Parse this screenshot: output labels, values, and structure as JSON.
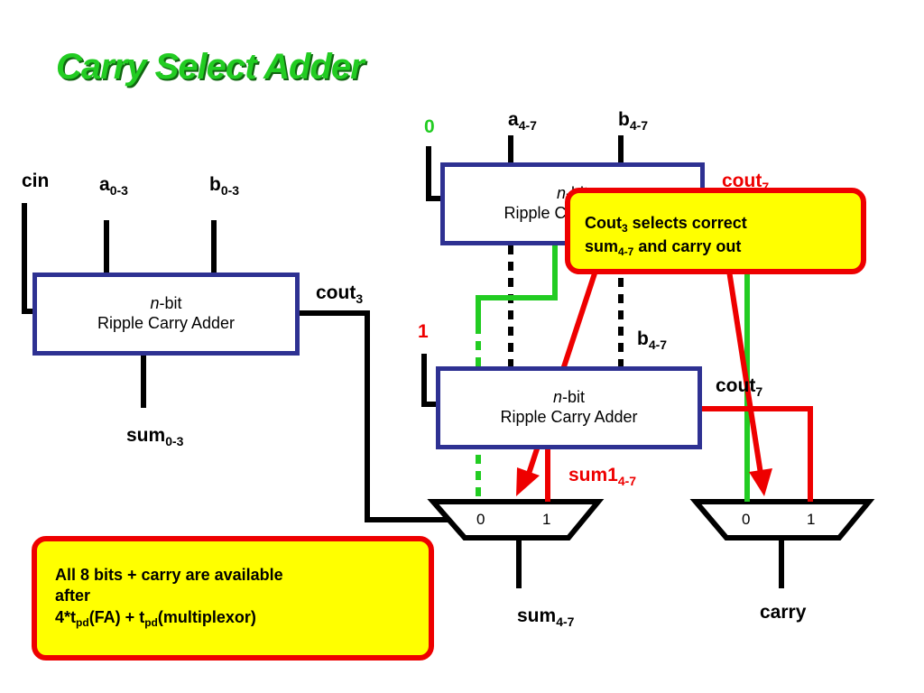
{
  "title": "Carry Select Adder",
  "adders": {
    "low": {
      "n": "n",
      "bit": "-bit",
      "name": "Ripple Carry Adder"
    },
    "mid": {
      "n": "n",
      "bit": "-bit",
      "name": "Ripple Carry Adder"
    },
    "top": {
      "n": "n",
      "bit": "-bit",
      "name": "Ripple Carry Adder"
    }
  },
  "labels": {
    "cin": "cin",
    "a03": {
      "base": "a",
      "sub": "0-3"
    },
    "b03": {
      "base": "b",
      "sub": "0-3"
    },
    "cout3": {
      "base": "cout",
      "sub": "3"
    },
    "sum03": {
      "base": "sum",
      "sub": "0-3"
    },
    "zero": "0",
    "one": "1",
    "a47": {
      "base": "a",
      "sub": "4-7"
    },
    "b47_top": {
      "base": "b",
      "sub": "4-7"
    },
    "b47_mid": {
      "base": "b",
      "sub": "4-7"
    },
    "cout7_top": {
      "base": "cout",
      "sub": "7"
    },
    "cout7_mid": {
      "base": "cout",
      "sub": "7"
    },
    "sum1_47": {
      "base": "sum1",
      "sub": "4-7"
    },
    "sum47": {
      "base": "sum",
      "sub": "4-7"
    },
    "carry": "carry"
  },
  "mux": {
    "left": {
      "in0": "0",
      "in1": "1"
    },
    "right": {
      "in0": "0",
      "in1": "1"
    }
  },
  "callouts": {
    "selects": {
      "t1": "Cout",
      "t1sub": "3",
      "t2": " selects correct",
      "t3": "sum",
      "t3sub": "4-7",
      "t4": " and carry out"
    },
    "timing": {
      "l1": "All 8 bits + carry are available",
      "l2": "after",
      "l3a": "4*t",
      "l3asub": "pd",
      "l3b": "(FA) + t",
      "l3bsub": "pd",
      "l3c": "(multiplexor)"
    }
  },
  "colors": {
    "adder_border": "#2e3192",
    "callout_fill": "#ffff00",
    "callout_border": "#ee0000",
    "green": "#22cc22",
    "red": "#ee0000"
  }
}
